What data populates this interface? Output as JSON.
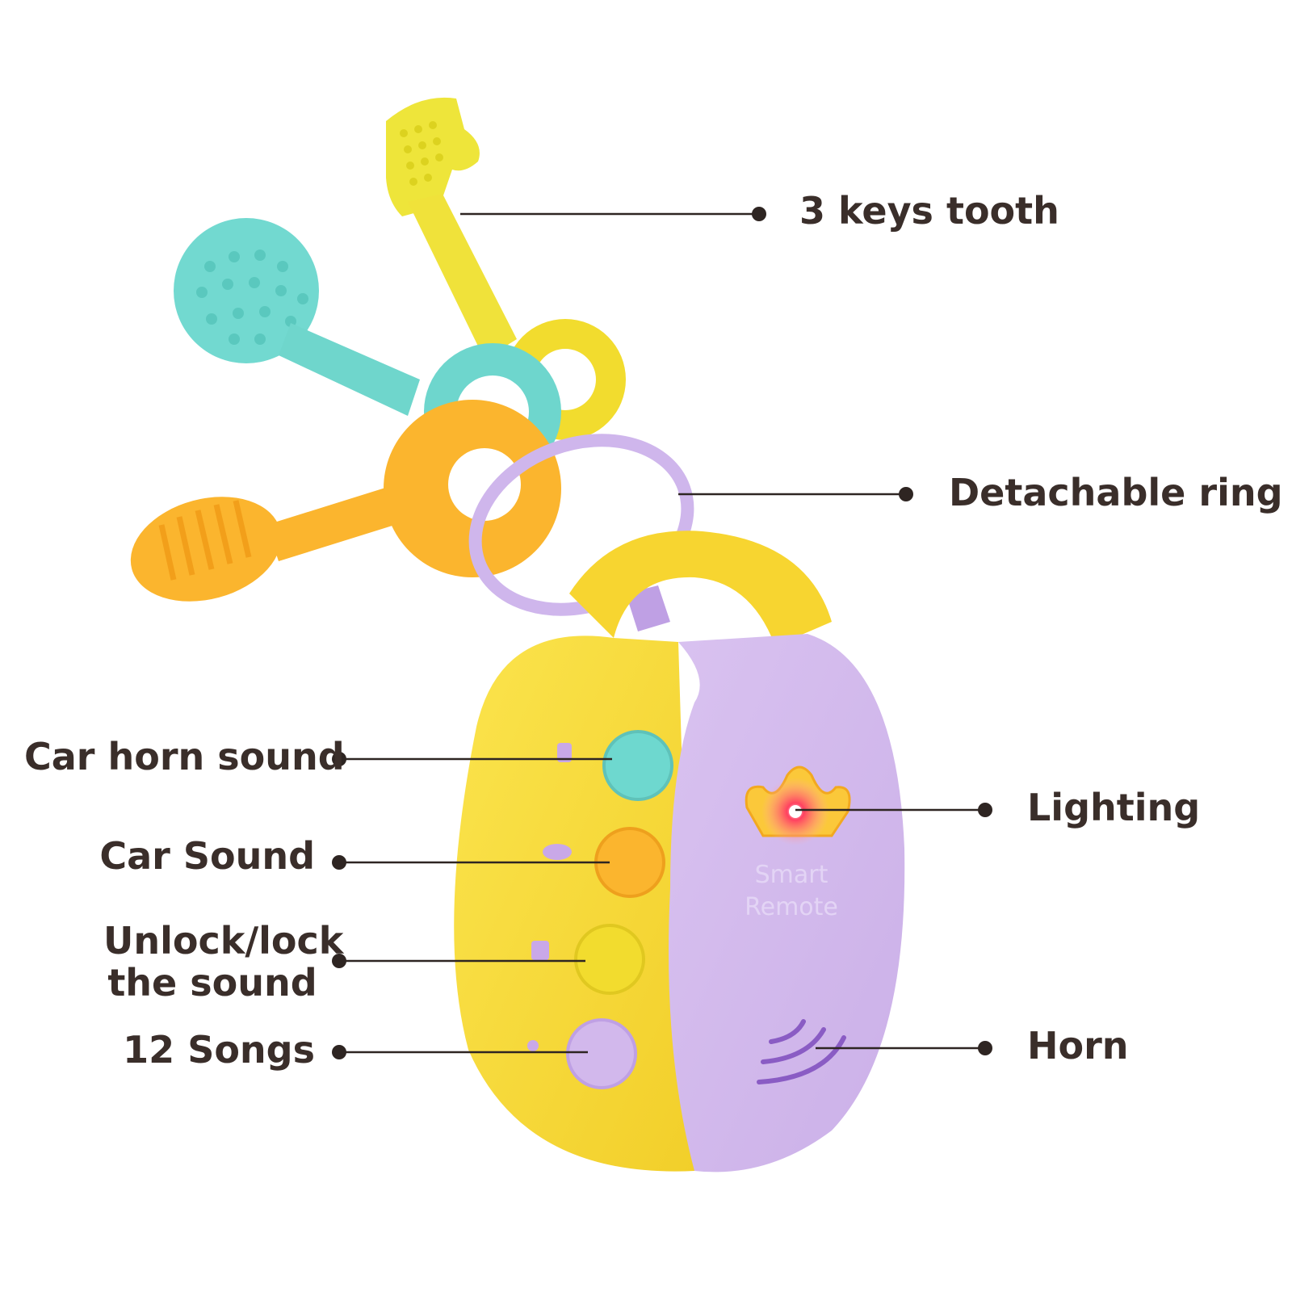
{
  "product": {
    "remote_text_line1": "Smart",
    "remote_text_line2": "Remote",
    "colors": {
      "yellow": "#f7dc3a",
      "teal": "#6ed8cf",
      "orange": "#fbb52e",
      "lavender": "#d2b8ec",
      "led_red": "#ff2a4a",
      "label_text": "#3a2e2a"
    }
  },
  "callouts": {
    "keys_tooth": "3 keys tooth",
    "detachable_ring": "Detachable ring",
    "lighting": "Lighting",
    "horn": "Horn",
    "car_horn_sound": "Car horn sound",
    "car_sound": "Car Sound",
    "unlock_lock_line1": "Unlock/lock",
    "unlock_lock_line2": "the sound",
    "songs": "12 Songs"
  },
  "icons": {
    "keys": [
      "yellow-key-icon",
      "teal-key-icon",
      "orange-key-icon"
    ],
    "ring": "ring-icon",
    "crown": "crown-light-icon",
    "speaker": "sound-waves-icon"
  }
}
